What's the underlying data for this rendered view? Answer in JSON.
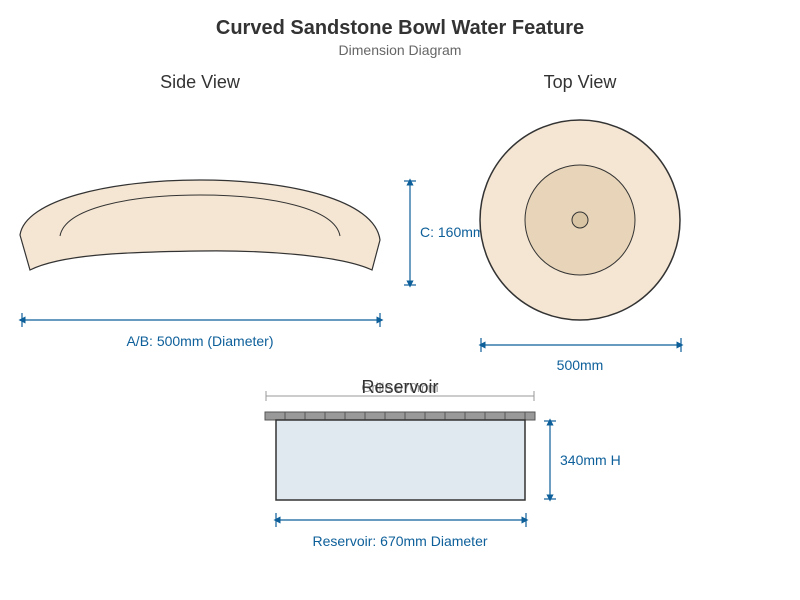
{
  "header": {
    "title": "Curved Sandstone Bowl Water Feature",
    "subtitle": "Dimension Diagram"
  },
  "side_view": {
    "title": "Side View",
    "width_label": "A/B: 500mm (Diameter)",
    "height_label": "C: 160mm"
  },
  "top_view": {
    "title": "Top View",
    "width_label": "500mm"
  },
  "reservoir": {
    "title": "Reservoir",
    "grille_label": "Grille 670mm",
    "height_label": "340mm H",
    "width_label": "Reservoir: 670mm Diameter"
  },
  "colors": {
    "stone": "#f5e6d3",
    "stone_inner": "#e8d5b9",
    "reservoir_fill": "#e0e8f0",
    "grille": "#999999",
    "dimension": "#0d5f9a",
    "outline": "#333333"
  }
}
